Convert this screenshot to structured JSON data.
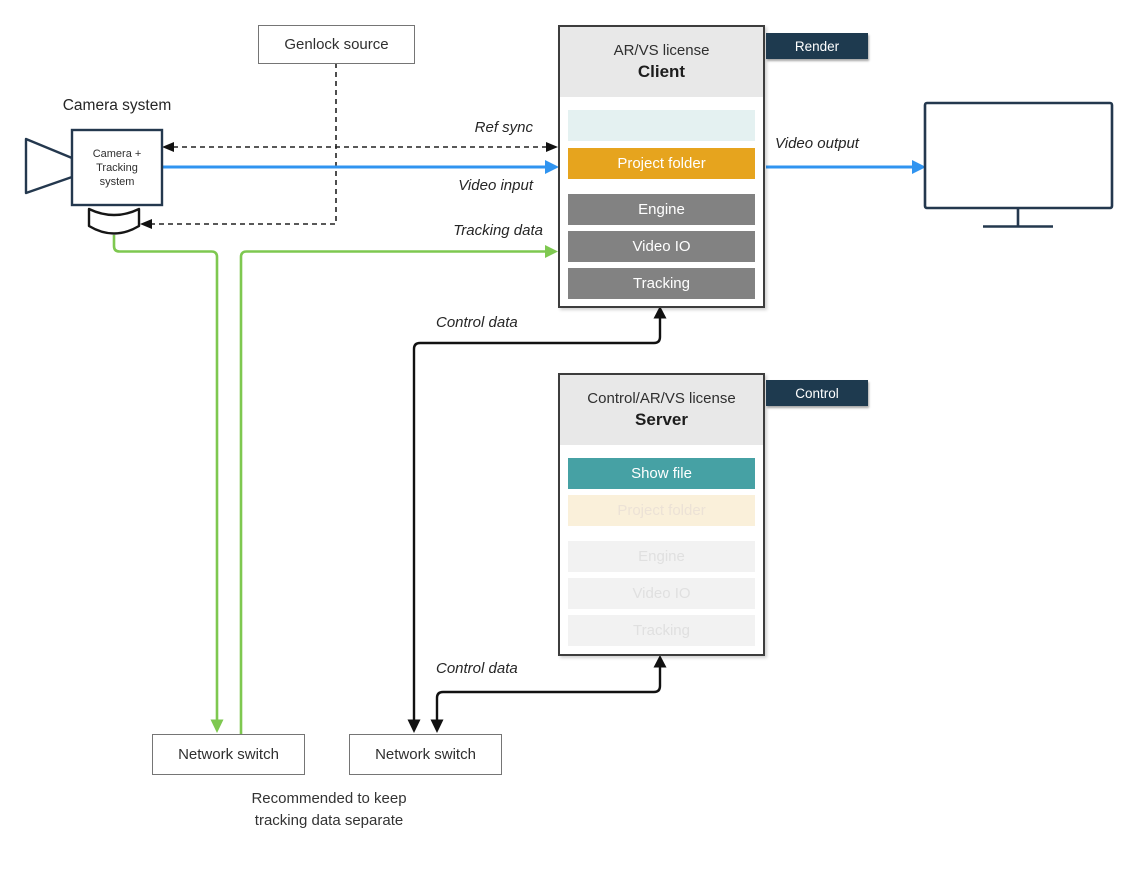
{
  "colors": {
    "accent_blue": "#3094f0",
    "accent_green": "#7ec850",
    "tag_navy": "#1e3a4f",
    "row_orange": "#e6a41e",
    "row_teal": "#46a1a4",
    "row_gray": "#828282",
    "row_pale_blue": "#e4f1f1",
    "row_cream": "#faf0da",
    "row_faded": "#f2f2f2",
    "line_black": "#111111",
    "shape_navy": "#24384e"
  },
  "genlock": {
    "label": "Genlock source"
  },
  "camera": {
    "title": "Camera system",
    "box_label": "Camera +\nTracking\nsystem"
  },
  "client": {
    "license": "AR/VS license",
    "role": "Client",
    "tag": "Render",
    "rows": [
      {
        "label": "",
        "state": "empty"
      },
      {
        "label": "Project folder",
        "state": "active-orange"
      },
      {
        "label": "Engine",
        "state": "active-gray"
      },
      {
        "label": "Video IO",
        "state": "active-gray"
      },
      {
        "label": "Tracking",
        "state": "active-gray"
      }
    ]
  },
  "server": {
    "license": "Control/AR/VS license",
    "role": "Server",
    "tag": "Control",
    "rows": [
      {
        "label": "Show file",
        "state": "active-teal"
      },
      {
        "label": "Project folder",
        "state": "inactive-cream"
      },
      {
        "label": "Engine",
        "state": "inactive"
      },
      {
        "label": "Video IO",
        "state": "inactive"
      },
      {
        "label": "Tracking",
        "state": "inactive"
      }
    ]
  },
  "switches": {
    "left": "Network switch",
    "right": "Network switch"
  },
  "flow_labels": {
    "ref_sync": "Ref sync",
    "video_input": "Video input",
    "tracking_data": "Tracking data",
    "video_output": "Video output",
    "control_data_top": "Control data",
    "control_data_bottom": "Control data"
  },
  "note": "Recommended to keep\ntracking data separate"
}
